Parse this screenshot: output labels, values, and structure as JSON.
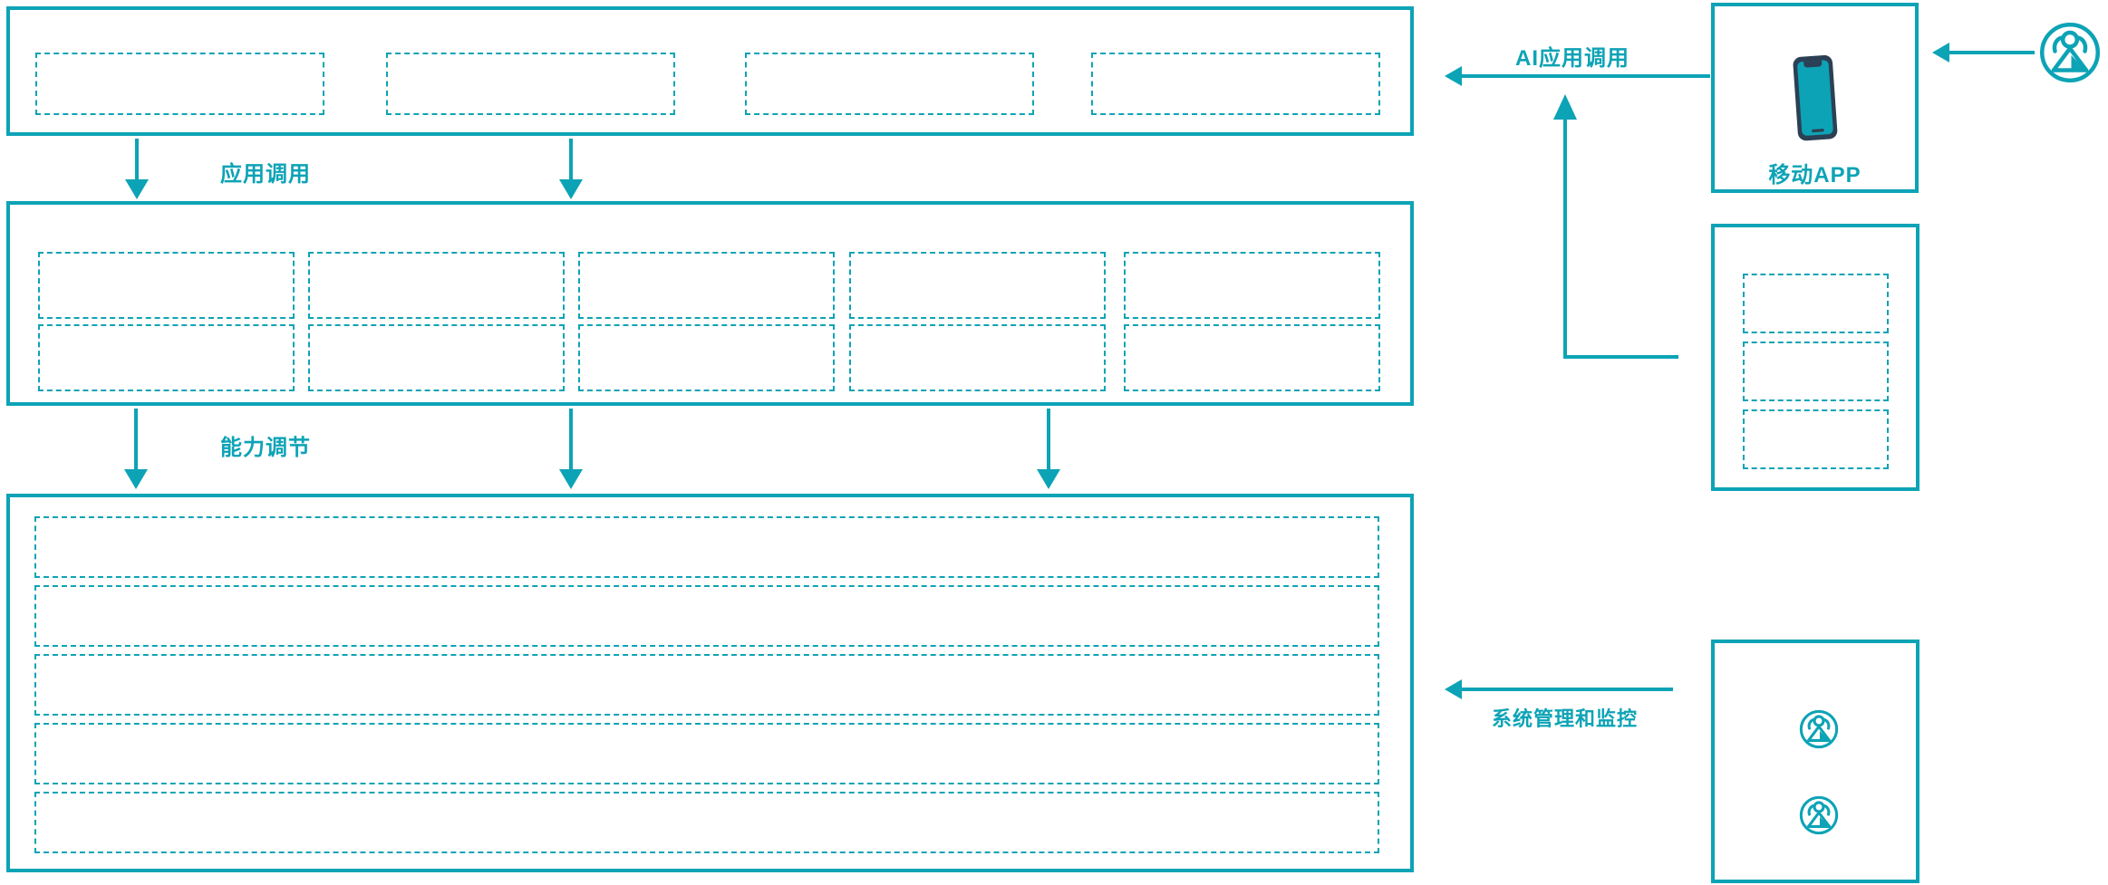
{
  "title": "AI capability platform architecture diagram",
  "colors": {
    "teal": "#0da3b6",
    "phone_body_navy": "#2b4054",
    "background": "#ffffff"
  },
  "labels": {
    "app_call": "应用调用",
    "capability_adjust": "能力调节",
    "ai_app_call": "AI应用调用",
    "system_mgmt": "系统管理和监控",
    "mobile_app": "移动APP"
  },
  "icons": {
    "phone": "mobile-phone-icon",
    "users": "users-circle-icon"
  },
  "structure": {
    "top_layer_placeholder_boxes": 4,
    "middle_layer_placeholder_rows": 2,
    "middle_layer_placeholder_cols": 5,
    "bottom_layer_placeholder_rows": 5,
    "gateway_box_placeholder_boxes": 3,
    "ops_box_user_icons": 2
  }
}
